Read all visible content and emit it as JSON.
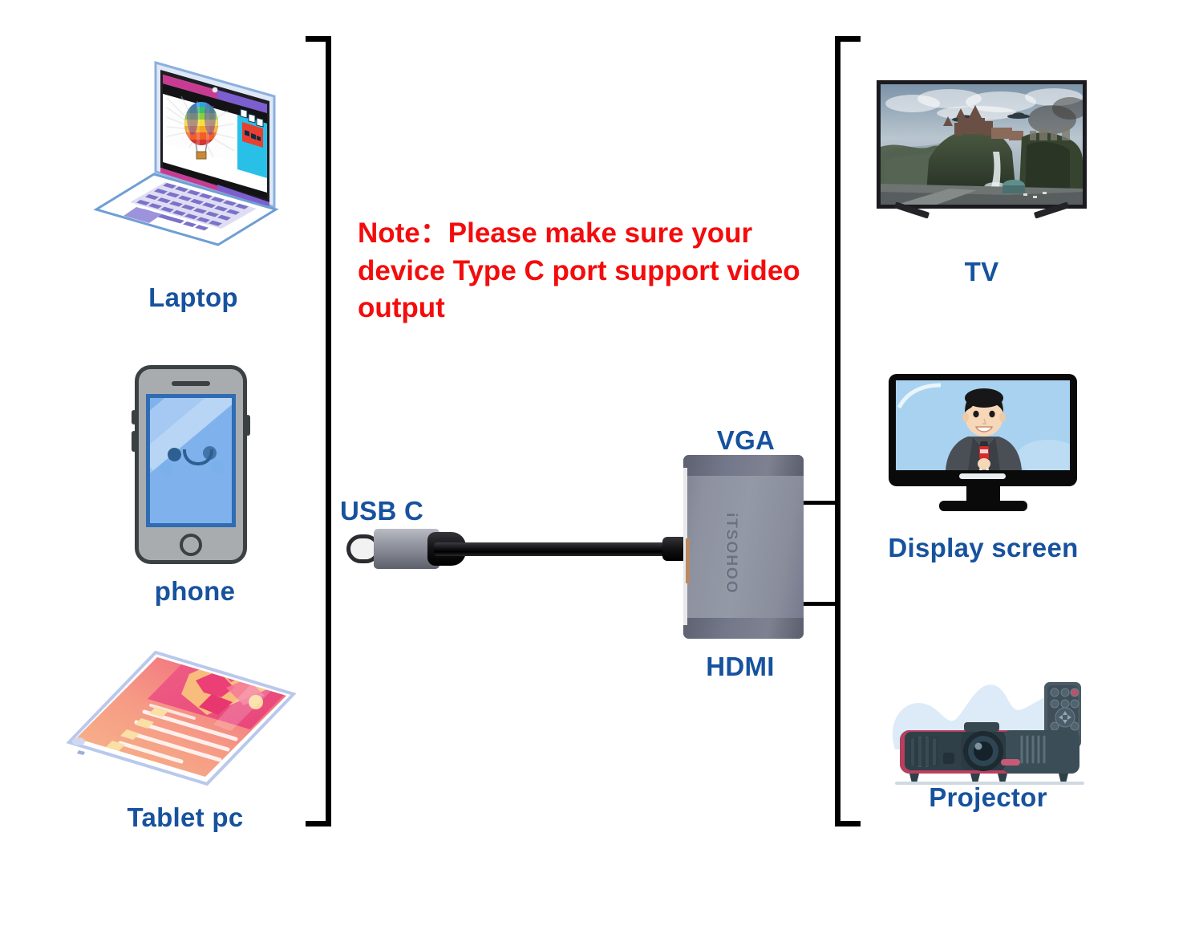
{
  "diagram": {
    "title": "USB C to HDMI VGA adapter connection diagram",
    "note": {
      "text": "Note：Please make sure your device Type C port support video output",
      "color": "#f40c0c"
    },
    "label_color": "#17529e",
    "input_group": {
      "bracket": "left-square-bracket",
      "devices": [
        {
          "key": "laptop",
          "label": "Laptop",
          "icon": "laptop-icon"
        },
        {
          "key": "phone",
          "label": "phone",
          "icon": "smartphone-icon"
        },
        {
          "key": "tablet",
          "label": "Tablet pc",
          "icon": "tablet-icon"
        }
      ]
    },
    "output_group": {
      "bracket": "right-square-bracket",
      "devices": [
        {
          "key": "tv",
          "label": "TV",
          "icon": "television-icon"
        },
        {
          "key": "display",
          "label": "Display screen",
          "icon": "monitor-icon"
        },
        {
          "key": "projector",
          "label": "Projector",
          "icon": "projector-icon"
        }
      ]
    },
    "adapter": {
      "brand": "iTSOHOO",
      "body_color": "#9499a6",
      "input_label": "USB C",
      "output_labels": {
        "top": "VGA",
        "bottom": "HDMI"
      }
    }
  }
}
